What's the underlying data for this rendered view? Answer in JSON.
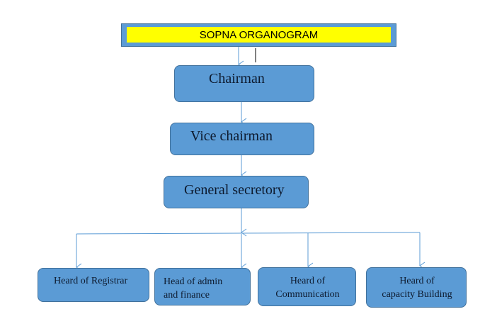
{
  "title": "SOPNA ORGANOGRAM",
  "levels": {
    "chairman": "Chairman",
    "vice_chairman": "Vice chairman",
    "general_secretary": "General secretory"
  },
  "departments": [
    {
      "label": "Heard of Registrar"
    },
    {
      "label": "Head of admin\nand finance"
    },
    {
      "label": "Heard of\nCommunication"
    },
    {
      "label": "Heard of\ncapacity Building"
    }
  ],
  "colors": {
    "box_fill": "#5b9bd5",
    "box_border": "#41719c",
    "title_fill": "#ffff00",
    "connector": "#5b9bd5"
  }
}
